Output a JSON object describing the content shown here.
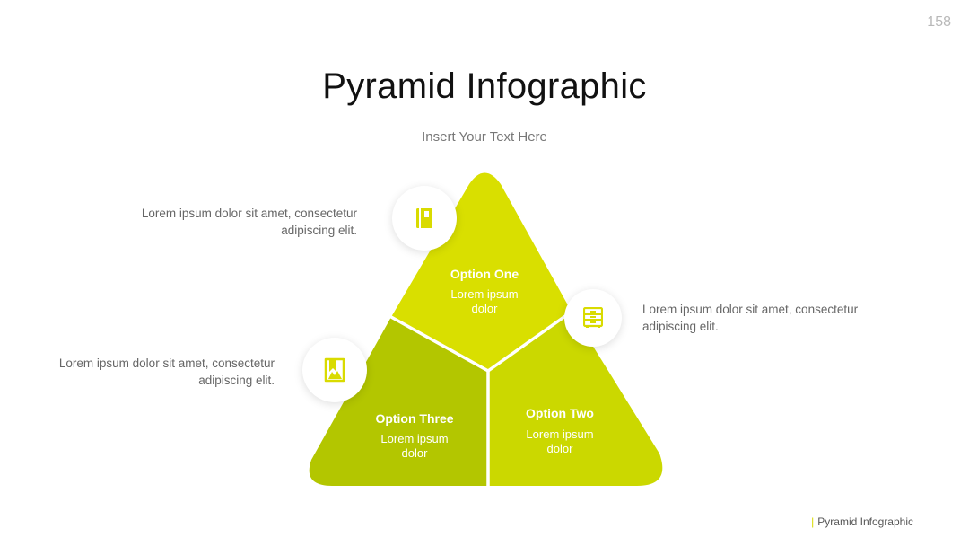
{
  "page_number": "158",
  "title": "Pyramid Infographic",
  "subtitle": "Insert Your Text Here",
  "colors": {
    "option_one": "#d9df00",
    "option_two": "#cbd800",
    "option_three": "#b3c600",
    "accent": "#d9db00"
  },
  "segments": [
    {
      "title": "Option One",
      "line1": "Lorem ipsum",
      "line2": "dolor",
      "icon": "notebook-icon"
    },
    {
      "title": "Option Two",
      "line1": "Lorem ipsum",
      "line2": "dolor",
      "icon": "file-cabinet-icon"
    },
    {
      "title": "Option Three",
      "line1": "Lorem ipsum",
      "line2": "dolor",
      "icon": "bookmark-book-icon"
    }
  ],
  "descriptions": {
    "option_one": {
      "line1": "Lorem ipsum dolor sit amet, consectetur",
      "line2": "adipiscing elit."
    },
    "option_two": {
      "line1": "Lorem ipsum dolor sit amet, consectetur",
      "line2": "adipiscing elit."
    },
    "option_three": {
      "line1": "Lorem ipsum dolor sit amet, consectetur",
      "line2": "adipiscing elit."
    }
  },
  "footer": {
    "bar": "|",
    "label": "Pyramid Infographic"
  }
}
